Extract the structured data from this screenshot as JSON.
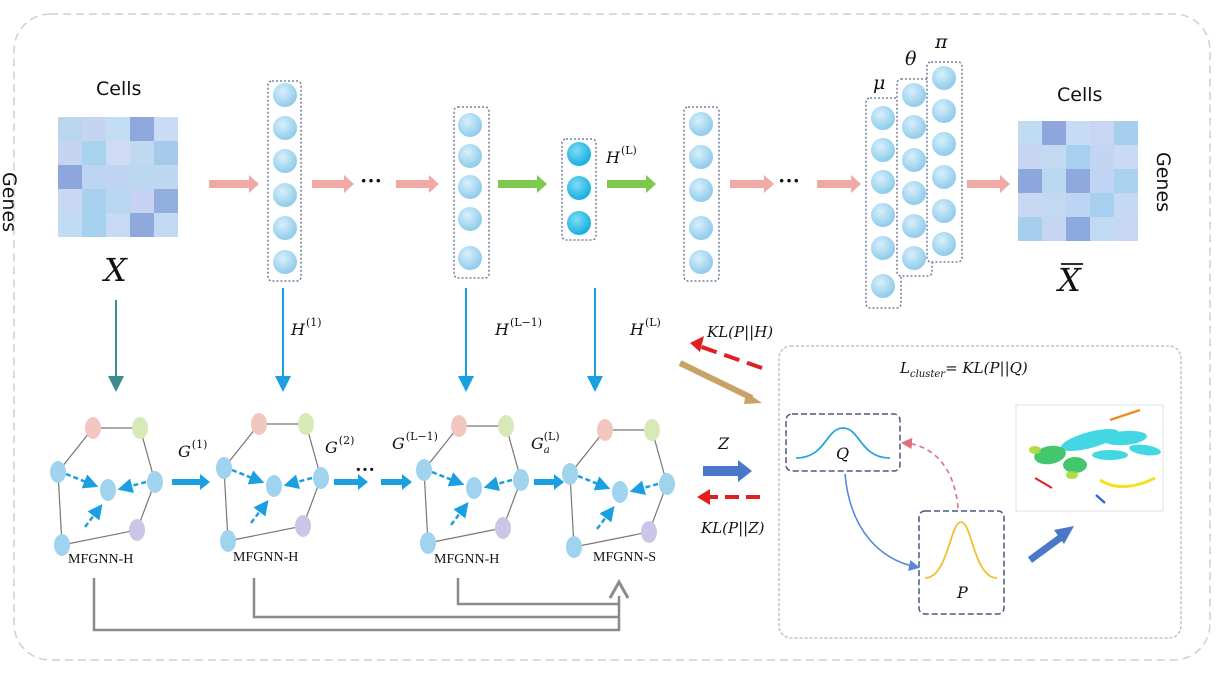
{
  "colors": {
    "frame": "#c8c8c8",
    "node": "#9fd3ee",
    "node_bottleneck": "#2bbde6",
    "arrow_pink": "#f0a9a4",
    "arrow_green": "#7ec850",
    "arrow_blue": "#1a9fe0",
    "arrow_teal": "#3b8c8c",
    "arrow_gray": "#8a8a8a",
    "kl_red": "#e02020",
    "q_curve": "#2aa5d8",
    "p_curve": "#f0c030",
    "z_arrow": "#4a78c8"
  },
  "top": {
    "input": {
      "cols_label": "Cells",
      "rows_label": "Genes",
      "symbol": "X"
    },
    "output": {
      "cols_label": "Cells",
      "rows_label": "Genes",
      "symbol": "X"
    },
    "ellipsis_1": "···",
    "ellipsis_2": "···",
    "bottleneck_label": {
      "base": "H",
      "sup": "(L)"
    },
    "zinb_labels": {
      "mu": "μ",
      "theta": "θ",
      "pi": "π"
    }
  },
  "mid": {
    "h1": {
      "base": "H",
      "sup": "(1)"
    },
    "hL1": {
      "base": "H",
      "sup": "(L−1)"
    },
    "hL": {
      "base": "H",
      "sup": "(L)"
    }
  },
  "bottom": {
    "g1": {
      "base": "G",
      "sup": "(1)"
    },
    "g2": {
      "base": "G",
      "sup": "(2)"
    },
    "gL1": {
      "base": "G",
      "sup": "(L−1)"
    },
    "ga": {
      "base": "G",
      "sub": "a",
      "sup": "(L)"
    },
    "ellipsis": "···",
    "module_1": "MFGNN-H",
    "module_2": "MFGNN-H",
    "module_3": "MFGNN-H",
    "module_4": "MFGNN-S"
  },
  "cluster": {
    "loss_prefix": "L",
    "loss_sub": "cluster",
    "loss_rhs": "= KL(P||Q)",
    "q_label": "Q",
    "p_label": "P",
    "z_label": "Z",
    "kl_ph": "KL(P||H)",
    "kl_pz": "KL(P||Z)"
  }
}
